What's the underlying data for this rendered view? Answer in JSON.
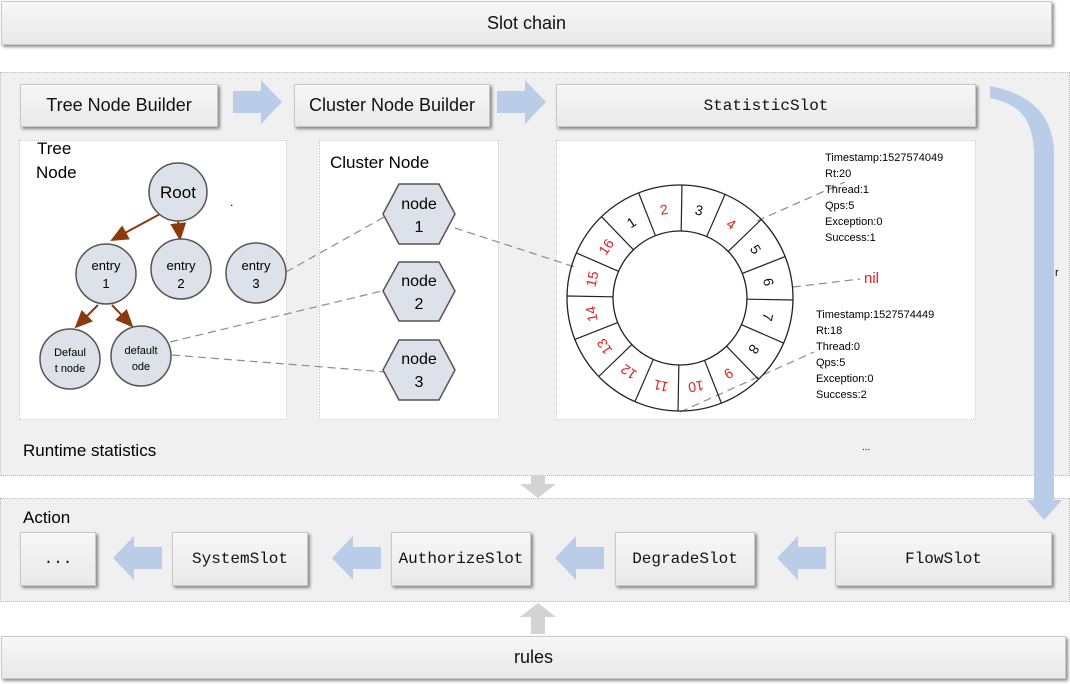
{
  "header": {
    "slot_chain": "Slot chain"
  },
  "builders": {
    "tree_node_builder": "Tree Node Builder",
    "cluster_node_builder": "Cluster Node Builder",
    "statistic_slot": "StatisticSlot"
  },
  "runtime": {
    "label": "Runtime statistics"
  },
  "tree": {
    "title_line1": "Tree",
    "title_line2": "Node",
    "root": "Root",
    "entry1_line1": "entry",
    "entry1_line2": "1",
    "entry2_line1": "entry",
    "entry2_line2": "2",
    "entry3_line1": "entry",
    "entry3_line2": "3",
    "default1_line1": "Defaul",
    "default1_line2": "t node",
    "default2_line1": "default",
    "default2_line2": "ode"
  },
  "cluster": {
    "title": "Cluster Node",
    "node1_line1": "node",
    "node1_line2": "1",
    "node2_line1": "node",
    "node2_line2": "2",
    "node3_line1": "node",
    "node3_line2": "3"
  },
  "ring": {
    "slots": [
      "1",
      "2",
      "3",
      "4",
      "5",
      "6",
      "7",
      "8",
      "9",
      "10",
      "11",
      "12",
      "13",
      "14",
      "15",
      "16"
    ],
    "red_slots": [
      "2",
      "4",
      "9",
      "10",
      "11",
      "12",
      "13",
      "14",
      "15",
      "16"
    ],
    "nil_label": "nil",
    "stats1": [
      "Timestamp:1527574049",
      "Rt:20",
      "Thread:1",
      "Qps:5",
      "Exception:0",
      "Success:1"
    ],
    "stats2": [
      "Timestamp:1527574449",
      "Rt:18",
      "Thread:0",
      "Qps:5",
      "Exception:0",
      "Success:2"
    ],
    "dot_mark": ".",
    "ellipsis_mark": "...",
    "r_mark": "r"
  },
  "action": {
    "label": "Action",
    "ellipsis": "...",
    "system_slot": "SystemSlot",
    "authorize_slot": "AuthorizeSlot",
    "degrade_slot": "DegradeSlot",
    "flow_slot": "FlowSlot"
  },
  "footer": {
    "rules": "rules"
  },
  "colors": {
    "arrow": "#b9cde9",
    "red_text": "#e0201c",
    "tree_edge": "#8b3a0e",
    "node_fill": "#dde1ea"
  }
}
